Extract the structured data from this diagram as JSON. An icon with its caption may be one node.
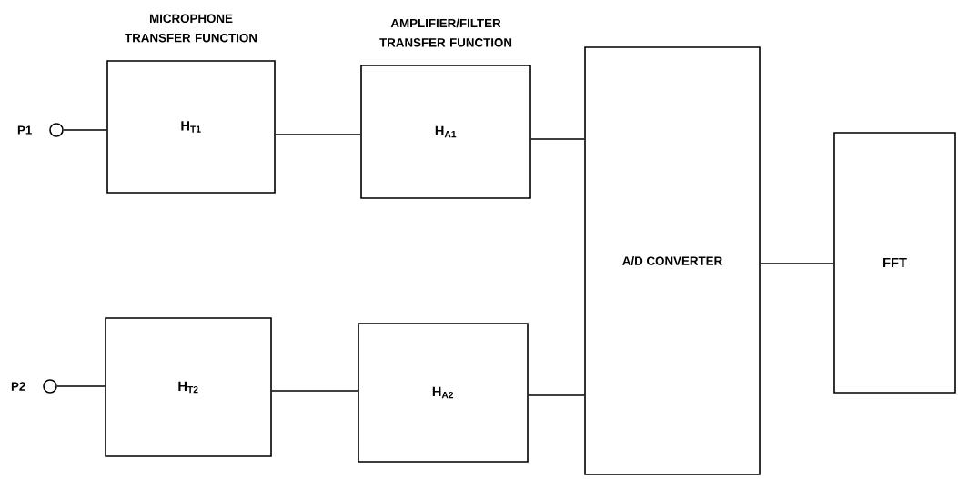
{
  "diagram": {
    "nodes": [
      {
        "text": [],
        "shape": "circle",
        "beside": [
          "P1"
        ]
      },
      {
        "text": [
          "MICROPHONE TRANSFER FUNCTION",
          "H$_{T1}$"
        ]
      },
      {
        "text": [
          "AMPLIFIER/FILTER TRANSFER FUNCTION",
          "H$_{A1}$"
        ]
      },
      {
        "text": [],
        "shape": "circle",
        "beside": [
          "P2"
        ]
      },
      {
        "text": [
          "H$_{T2}$"
        ]
      },
      {
        "text": [
          "H$_{A2}$"
        ]
      },
      {
        "text": [
          "A/D CONVERTER"
        ]
      },
      {
        "text": [
          "FFT"
        ]
      }
    ],
    "edges": [
      {
        "from": 0,
        "to": 1,
        "arrow": "none"
      },
      {
        "from": 1,
        "to": 2,
        "arrow": "none"
      },
      {
        "from": 2,
        "to": 6,
        "arrow": "none"
      },
      {
        "from": 3,
        "to": 4,
        "arrow": "none"
      },
      {
        "from": 4,
        "to": 5,
        "arrow": "none"
      },
      {
        "from": 5,
        "to": 6,
        "arrow": "none"
      },
      {
        "from": 6,
        "to": 7,
        "arrow": "none"
      }
    ]
  }
}
